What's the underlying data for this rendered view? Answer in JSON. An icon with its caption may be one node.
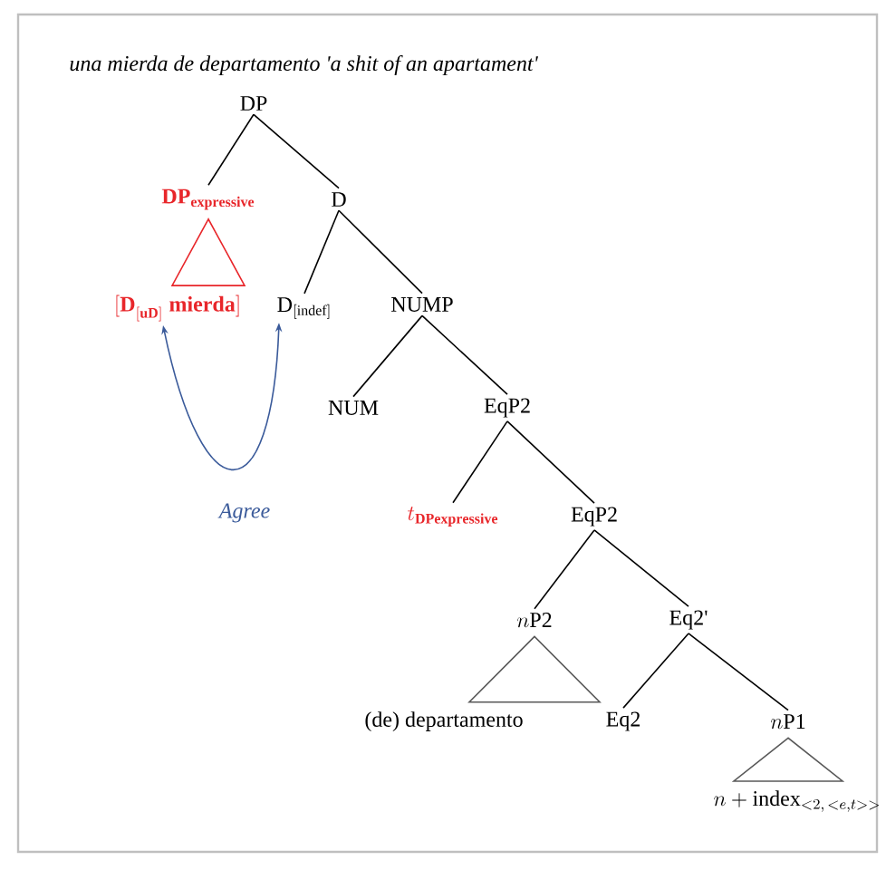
{
  "diagram": {
    "title": "una mierda de departamento 'a shit of an apartament'",
    "nodes": [
      {
        "text": [
          "DP"
        ]
      },
      {
        "text": [
          "\\mathbf{DP}_{\\mathbf{expressive}}"
        ]
      },
      {
        "text": [
          "D"
        ]
      },
      {
        "text": [
          "\\mathbf{[D}_{\\mathbf{[uD]}}\\ \\mathbf{mierda]}"
        ]
      },
      {
        "text": [
          "\\mathrm{D}_{\\mathrm{[indef]}}"
        ]
      },
      {
        "text": [
          "NUMP"
        ]
      },
      {
        "text": [
          "NUM"
        ]
      },
      {
        "text": [
          "EqP2"
        ]
      },
      {
        "text": [
          "t_{\\mathbf{DPexpressive}}"
        ]
      },
      {
        "text": [
          "EqP2"
        ]
      },
      {
        "text": [
          "n\\mathrm{P2}"
        ]
      },
      {
        "text": [
          "Eq2'"
        ]
      },
      {
        "text": [
          "(de) departamento"
        ]
      },
      {
        "text": [
          "Eq2"
        ]
      },
      {
        "text": [
          "n\\mathrm{P1}"
        ]
      },
      {
        "text": [
          "n + \\mathrm{index}_{<2,\\, <e,t>>}"
        ]
      }
    ],
    "edges": [
      {
        "from": 0,
        "to": 1,
        "arrow": "none"
      },
      {
        "from": 0,
        "to": 2,
        "arrow": "none"
      },
      {
        "from": 1,
        "to": 3,
        "arrow": "none",
        "color": "#e8262a"
      },
      {
        "from": 2,
        "to": 4,
        "arrow": "none"
      },
      {
        "from": 2,
        "to": 5,
        "arrow": "none"
      },
      {
        "from": 5,
        "to": 6,
        "arrow": "none"
      },
      {
        "from": 5,
        "to": 7,
        "arrow": "none"
      },
      {
        "from": 7,
        "to": 8,
        "arrow": "none"
      },
      {
        "from": 7,
        "to": 9,
        "arrow": "none"
      },
      {
        "from": 9,
        "to": 10,
        "arrow": "none"
      },
      {
        "from": 9,
        "to": 11,
        "arrow": "none"
      },
      {
        "from": 10,
        "to": 12,
        "arrow": "none"
      },
      {
        "from": 11,
        "to": 13,
        "arrow": "none"
      },
      {
        "from": 11,
        "to": 14,
        "arrow": "none"
      },
      {
        "from": 14,
        "to": 15,
        "arrow": "none"
      },
      {
        "from": 3,
        "to": 4,
        "arrow": "both",
        "label": "Agree",
        "color": "#3a5a9a"
      }
    ]
  }
}
